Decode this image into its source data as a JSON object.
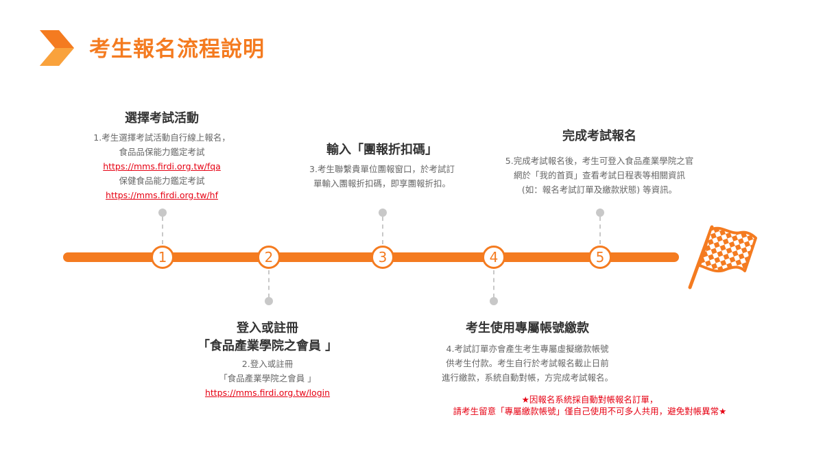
{
  "page": {
    "title": "考生報名流程說明"
  },
  "colors": {
    "accent": "#f47b20",
    "accent_light": "#f9a23c",
    "link": "#e60012",
    "connector": "#c8c8c8"
  },
  "icons": {
    "logo": "chevron-logo-icon",
    "finish": "checkered-flag-icon"
  },
  "steps": [
    {
      "number": "1",
      "title": "選擇考試活動",
      "lines": [
        "1.考生選擇考試活動自行線上報名，",
        "食品品保能力鑑定考試"
      ],
      "link1": "https://mms.firdi.org.tw/fqa",
      "line3": "保健食品能力鑑定考試",
      "link2": "https://mms.firdi.org.tw/hf"
    },
    {
      "number": "2",
      "title": "登入或註冊",
      "title2": "「食品產業學院之會員 」",
      "lines": [
        "2.登入或註冊",
        "「食品產業學院之會員 」"
      ],
      "link1": "https://mms.firdi.org.tw/login"
    },
    {
      "number": "3",
      "title": "輸入「團報折扣碼」",
      "lines": [
        "3.考生聯繫貴單位團報窗口，於考試訂",
        "單輸入團報折扣碼，即享團報折扣。"
      ]
    },
    {
      "number": "4",
      "title": "考生使用專屬帳號繳款",
      "lines": [
        "4.考試訂單亦會產生考生專屬虛擬繳款帳號",
        "供考生付款。考生自行於考試報名截止日前",
        "進行繳款，系統自動對帳，方完成考試報名。"
      ],
      "warnings": [
        "★因報名系統採自動對帳報名訂單，",
        "請考生留意「專屬繳款帳號」僅自己使用不可多人共用，避免對帳異常★"
      ]
    },
    {
      "number": "5",
      "title": "完成考試報名",
      "lines": [
        "5.完成考試報名後，考生可登入食品產業學院之官",
        "網於「我的首頁」查看考試日程表等相關資訊",
        "(如：報名考試訂單及繳款狀態) 等資訊。"
      ]
    }
  ]
}
